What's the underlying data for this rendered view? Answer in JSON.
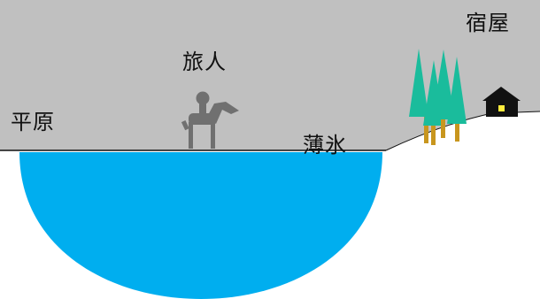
{
  "labels": {
    "inn": "宿屋",
    "traveler": "旅人",
    "plain": "平原",
    "thin_ice": "薄氷"
  },
  "colors": {
    "sky": "#c0c0c0",
    "ground": "#ffffff",
    "lake": "#00aeef",
    "tree": "#1abc9c",
    "trunk": "#c8961e",
    "house": "#111111",
    "window": "#ffec3d",
    "horse_rider": "#707070",
    "line": "#111111"
  }
}
